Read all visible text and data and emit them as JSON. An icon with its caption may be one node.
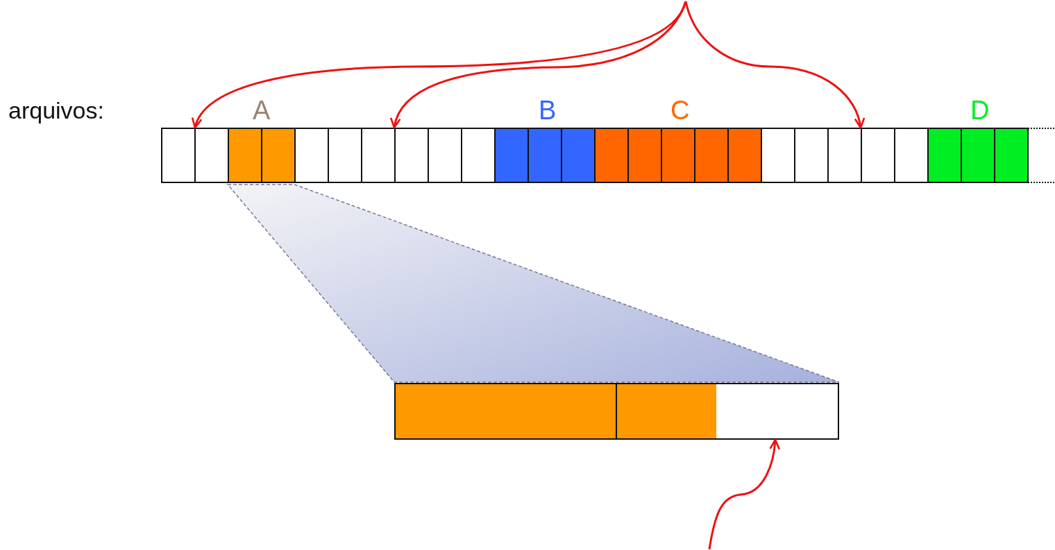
{
  "diagram": {
    "nodes": [
      {
        "text": [],
        "shape": "box"
      },
      {
        "text": [],
        "shape": "box"
      },
      {
        "text": [],
        "shape": "box"
      },
      {
        "text": [],
        "shape": "box"
      },
      {
        "text": [],
        "shape": "box"
      },
      {
        "text": [],
        "shape": "box"
      },
      {
        "text": [],
        "shape": "box"
      },
      {
        "text": [],
        "shape": "box"
      },
      {
        "text": [],
        "shape": "box"
      },
      {
        "text": [],
        "shape": "box"
      },
      {
        "text": [],
        "shape": "box"
      },
      {
        "text": [],
        "shape": "box"
      },
      {
        "text": [],
        "shape": "box"
      },
      {
        "text": [],
        "shape": "box"
      },
      {
        "text": [],
        "shape": "box"
      },
      {
        "text": [],
        "shape": "box"
      },
      {
        "text": [],
        "shape": "box"
      },
      {
        "text": [],
        "shape": "box"
      },
      {
        "text": [],
        "shape": "box"
      },
      {
        "text": [],
        "shape": "box"
      },
      {
        "text": [],
        "shape": "box"
      },
      {
        "text": [],
        "shape": "box"
      },
      {
        "text": [],
        "shape": "box"
      },
      {
        "text": [],
        "shape": "box"
      },
      {
        "text": [],
        "shape": "box"
      },
      {
        "text": [],
        "shape": "box"
      },
      {
        "text": [],
        "shape": "trapezoid"
      },
      {
        "text": [],
        "shape": "box"
      },
      {
        "text": [],
        "shape": "box"
      },
      {
        "text": [],
        "shape": "box"
      }
    ],
    "edges": [
      {
        "from": null,
        "to": 1,
        "arrow": "to"
      },
      {
        "from": null,
        "to": 7,
        "arrow": "to"
      },
      {
        "from": null,
        "to": 21,
        "arrow": "to"
      },
      {
        "from": null,
        "to": 29,
        "arrow": "to"
      }
    ],
    "labels": [
      "arquivos:",
      "A",
      "B",
      "C",
      "D"
    ]
  }
}
